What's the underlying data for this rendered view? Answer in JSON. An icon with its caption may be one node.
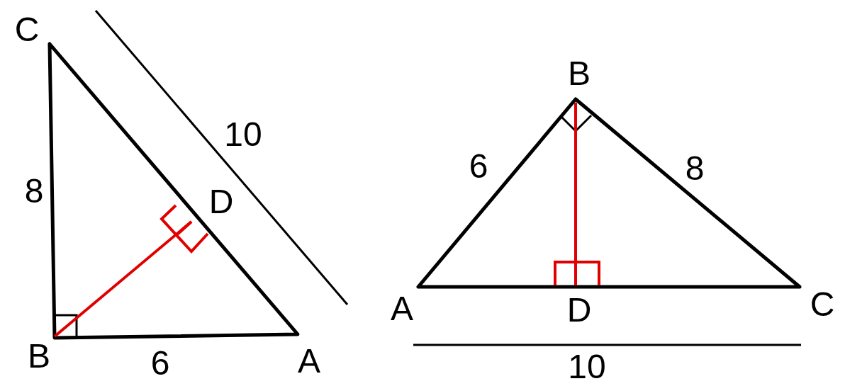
{
  "diagram": {
    "labels": [
      "C",
      "10",
      "8",
      "D",
      "B",
      "6",
      "A",
      "B",
      "6",
      "8",
      "A",
      "D",
      "C",
      "10"
    ]
  }
}
